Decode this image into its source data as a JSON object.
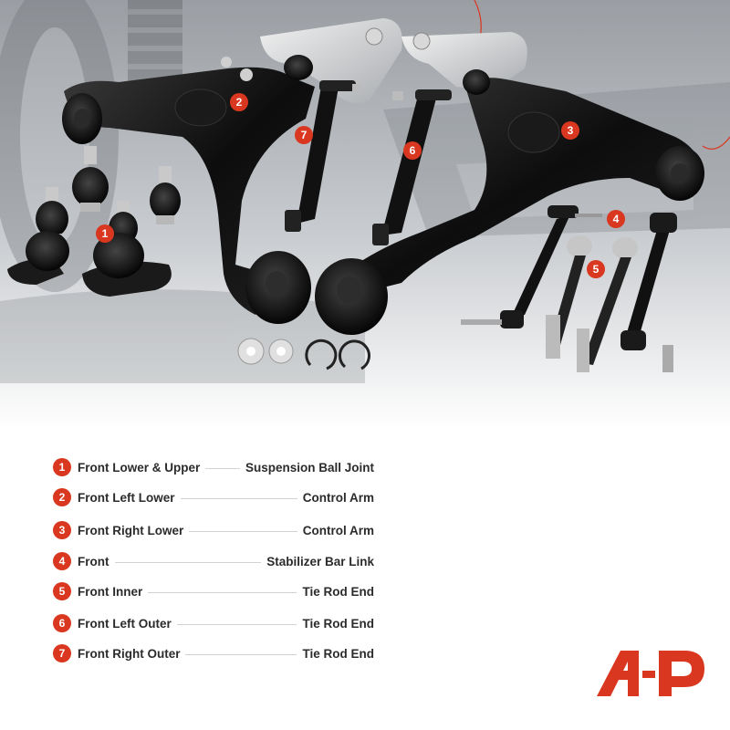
{
  "brand": {
    "accent": "#d9371f",
    "dark": "#2b2b2b"
  },
  "callouts": [
    {
      "number": "1",
      "part": "suspension-ball-joint"
    },
    {
      "number": "2",
      "part": "front-left-lower-control-arm"
    },
    {
      "number": "3",
      "part": "front-right-lower-control-arm"
    },
    {
      "number": "4",
      "part": "stabilizer-bar-link"
    },
    {
      "number": "5",
      "part": "inner-tie-rod-end"
    },
    {
      "number": "6",
      "part": "front-left-outer-tie-rod-end"
    },
    {
      "number": "7",
      "part": "front-right-outer-tie-rod-end"
    }
  ],
  "legend": [
    {
      "number": "1",
      "left": "Front Lower & Upper",
      "right": "Suspension Ball Joint"
    },
    {
      "number": "2",
      "left": "Front Left Lower",
      "right": "Control Arm"
    },
    {
      "number": "3",
      "left": "Front Right Lower",
      "right": "Control Arm"
    },
    {
      "number": "4",
      "left": "Front",
      "right": "Stabilizer Bar Link"
    },
    {
      "number": "5",
      "left": "Front Inner",
      "right": "Tie Rod End"
    },
    {
      "number": "6",
      "left": "Front Left Outer",
      "right": "Tie Rod End"
    },
    {
      "number": "7",
      "left": "Front Right Outer",
      "right": "Tie Rod End"
    }
  ],
  "logo": {
    "icon": "a-premium-logo-icon"
  }
}
